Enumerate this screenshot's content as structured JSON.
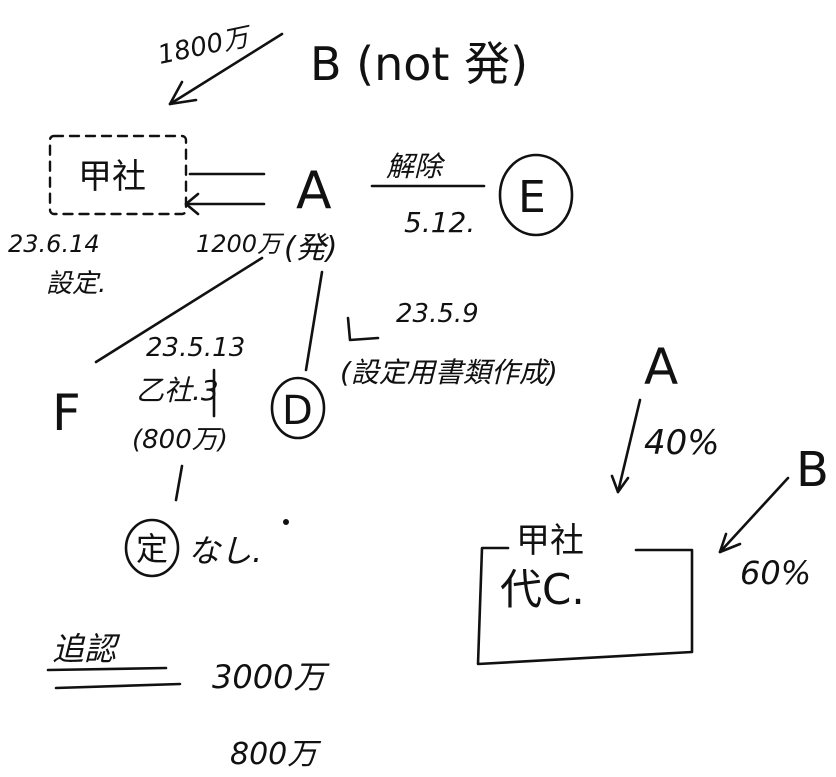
{
  "notes": {
    "b_node": "B (not 発)",
    "b_amount": "1800万",
    "kou_top": "甲社",
    "kou_date": "23.6.14",
    "kou_setting": "設定.",
    "a_node": "A",
    "a_sub": "(発)",
    "a_amount": "1200万",
    "e_label_top": "解除",
    "e_label_date": "5.12.",
    "e_node": "E",
    "f_node": "F",
    "f_date": "23.5.13",
    "f_sub": "乙社.3",
    "f_amount": "(800万)",
    "d_node": "D",
    "d_date": "23.5.9",
    "d_sub": "(設定用書類作成)",
    "tei_label": "定",
    "tei_none": "なし.",
    "recovery_label": "追認",
    "recovery_amount1": "3000万",
    "recovery_amount2": "800万",
    "right_a": "A",
    "right_a_pct": "40%",
    "right_b": "B",
    "right_b_pct": "60%",
    "right_kou": "甲社",
    "right_box": "代C."
  },
  "colors": {
    "ink": "#111111",
    "paper": "#ffffff"
  }
}
